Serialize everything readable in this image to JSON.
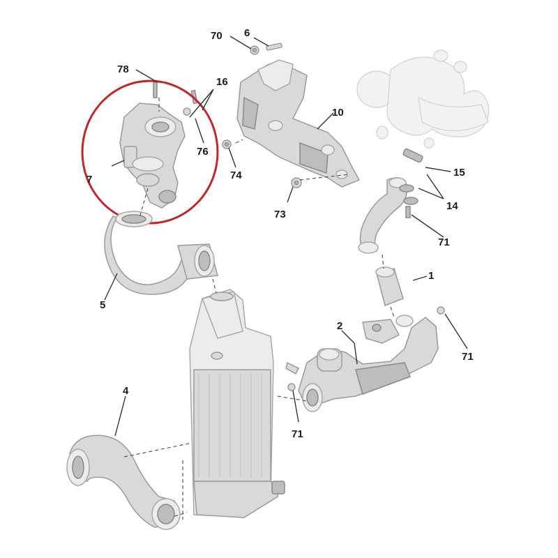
{
  "highlight_color": "#c0272d",
  "callouts": {
    "c1": "1",
    "c2": "2",
    "c4": "4",
    "c5": "5",
    "c6": "6",
    "c7": "7",
    "c10": "10",
    "c14": "14",
    "c15": "15",
    "c16": "16",
    "c70": "70",
    "c71a": "71",
    "c71b": "71",
    "c71c": "71",
    "c73": "73",
    "c74": "74",
    "c76": "76",
    "c78": "78"
  }
}
